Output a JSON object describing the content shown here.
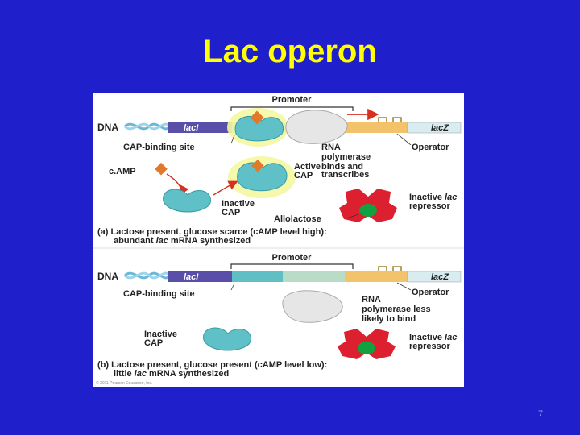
{
  "slide": {
    "title": "Lac operon",
    "number": "7"
  },
  "colors": {
    "background": "#1f1fcc",
    "title": "#ffff00",
    "lacI_gene": "#5a4fa8",
    "cap_site": "#5fbfc4",
    "promoter_region": "#b9dcc8",
    "operator_region": "#f2c36a",
    "lacZ_gene": "#d9ecf0",
    "cap_protein": "#5fc0c8",
    "camp": "#e07a2a",
    "repressor": "#dd2030",
    "allolactose": "#12a040",
    "rna_polymerase": "#e6e6e6",
    "highlight_glow": "#f4f7a0",
    "arrow": "#d63020"
  },
  "panel_a": {
    "promoter_label": "Promoter",
    "dna_label": "DNA",
    "lacI_label": "lacI",
    "lacZ_label": "lacZ",
    "cap_binding_site": "CAP-binding site",
    "rna_pol_line1": "RNA",
    "rna_pol_line2": "polymerase",
    "rna_pol_line3": "binds and",
    "rna_pol_line4": "transcribes",
    "operator": "Operator",
    "camp": "c.AMP",
    "active_cap_line1": "Active",
    "active_cap_line2": "CAP",
    "inactive_cap_line1": "Inactive",
    "inactive_cap_line2": "CAP",
    "inactive_repressor_line1": "Inactive ",
    "inactive_repressor_italic": "lac",
    "inactive_repressor_line2": "repressor",
    "allolactose": "Allolactose",
    "caption_line1": "(a) Lactose present, glucose scarce (cAMP level high):",
    "caption_line2_pre": "abundant ",
    "caption_line2_italic": "lac",
    "caption_line2_post": " mRNA synthesized"
  },
  "panel_b": {
    "promoter_label": "Promoter",
    "dna_label": "DNA",
    "lacI_label": "lacI",
    "lacZ_label": "lacZ",
    "cap_binding_site": "CAP-binding site",
    "operator": "Operator",
    "rna_pol_line1": "RNA",
    "rna_pol_line2": "polymerase less",
    "rna_pol_line3": "likely to bind",
    "inactive_cap_line1": "Inactive",
    "inactive_cap_line2": "CAP",
    "inactive_repressor_line1": "Inactive ",
    "inactive_repressor_italic": "lac",
    "inactive_repressor_line2": "repressor",
    "caption_line1": "(b) Lactose present, glucose present (cAMP level low):",
    "caption_line2_pre": "little ",
    "caption_line2_italic": "lac",
    "caption_line2_post": " mRNA synthesized"
  },
  "copyright": "© 2011 Pearson Education, Inc."
}
